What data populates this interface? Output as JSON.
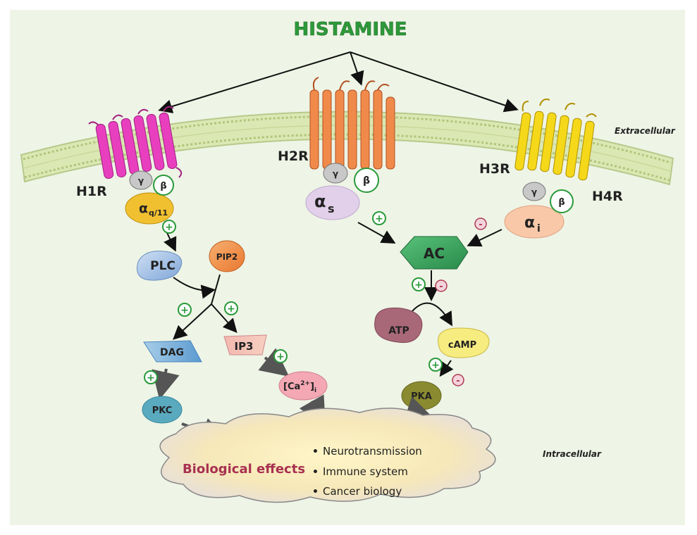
{
  "title": "HISTAMINE",
  "compartments": {
    "extracellular": "Extracellular",
    "intracellular": "Intracellular"
  },
  "receptors": {
    "h1r": "H1R",
    "h2r": "H2R",
    "h3r": "H3R",
    "h4r": "H4R"
  },
  "g_proteins": {
    "gamma": "γ",
    "beta": "β",
    "alpha_q_main": "α",
    "alpha_q_sub": "q/11",
    "alpha_s_main": "α",
    "alpha_s_sub": "s",
    "alpha_i_main": "α",
    "alpha_i_sub": "i"
  },
  "molecules": {
    "plc": "PLC",
    "pip2": "PIP2",
    "dag": "DAG",
    "ip3": "IP3",
    "pkc": "PKC",
    "ca_main": "[Ca",
    "ca_sup": "2+",
    "ca_close": "]",
    "ca_sub": "i",
    "ac": "AC",
    "atp": "ATP",
    "camp": "cAMP",
    "pka": "PKA"
  },
  "signs": {
    "plus": "+",
    "minus": "-"
  },
  "effects": {
    "title": "Biological effects",
    "items": [
      "Neurotransmission",
      "Immune system",
      "Cancer biology"
    ],
    "bullet": "•"
  },
  "colors": {
    "background": "#eef4e6",
    "title": "#2e9a3a",
    "h1r": "#e83fbf",
    "h2r": "#f08a4a",
    "h3r": "#f5d81a",
    "membrane": "#d8e6b0",
    "plus": "#2a9a3a",
    "minus": "#b03a55",
    "effects_title": "#a83050"
  }
}
